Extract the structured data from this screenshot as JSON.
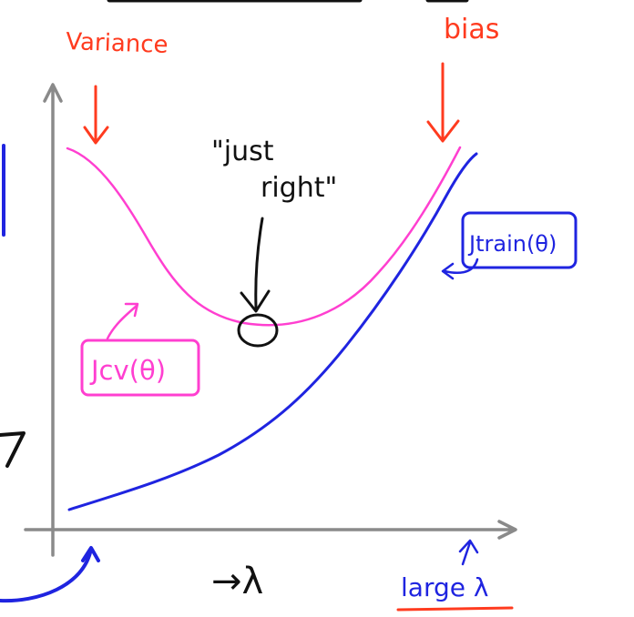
{
  "labels": {
    "variance": "Variance",
    "bias": "bias",
    "just_right_line1": "\"just",
    "just_right_line2": "right\"",
    "jcv": "Jcv(θ)",
    "jtrain": "Jtrain(θ)",
    "lambda_arrow": "→λ",
    "large_lambda": "large λ"
  },
  "colors": {
    "annotation_red": "#ff3b1f",
    "jcv_magenta": "#ff3fd0",
    "jtrain_blue": "#1f24e0",
    "axis_gray": "#8a8a8a",
    "ink_black": "#111111"
  },
  "chart_data": {
    "type": "line",
    "xlabel": "λ",
    "series": [
      {
        "name": "Jcv(θ)",
        "shape": "U-shaped, minimum at intermediate λ"
      },
      {
        "name": "Jtrain(θ)",
        "shape": "monotonically increasing with λ"
      }
    ]
  }
}
